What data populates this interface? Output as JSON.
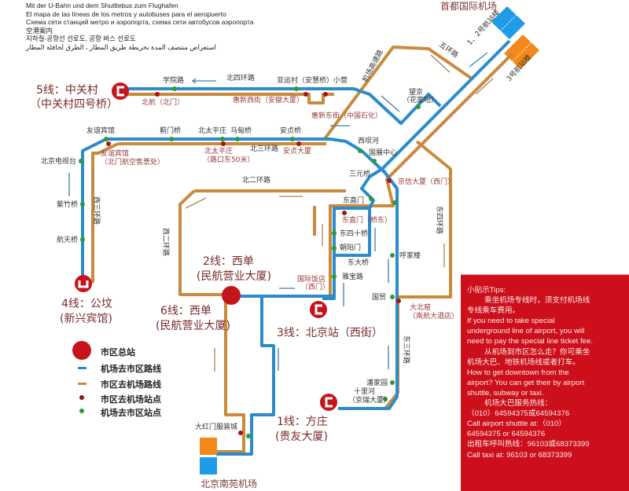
{
  "header": {
    "lines": [
      "Mit der U-Bahn und dem Shuttlebus zum Flughafen",
      "El mapa de las líneas de los metros y autobuses para el aeropuerto",
      "Схема сети станций метро и аэропорта, схема сети автобусов аэропорта",
      "空港案内",
      "지하철-공항선 선로도, 공항 버스 선로도",
      "استعراض منتصف المدة بخريطة طريق المطار ، الطرق لحافلة المطار"
    ]
  },
  "airports": {
    "capital": "首都国际机场",
    "t12": "1、2号航站楼",
    "t3": "3号航站楼",
    "nanyuan": "北京南苑机场"
  },
  "hubs": [
    {
      "line": "5线：中关村",
      "sub": "（中关村四号桥）"
    },
    {
      "line": "4线：公坟",
      "sub": "(新兴宾馆)"
    },
    {
      "line": "2线：西单",
      "sub": "(民航营业大厦)"
    },
    {
      "line": "6线：西单",
      "sub": "(民航营业大厦)"
    },
    {
      "line": "3线：北京站（西街）",
      "sub": ""
    },
    {
      "line": "1线：方庄",
      "sub": "(贵友大厦)"
    }
  ],
  "roads": {
    "n4": "北四环路",
    "n3": "北三环路",
    "n2": "北二环路",
    "w2": "西二环路",
    "w3": "西三环路",
    "e4": "东四环路",
    "e3": "东三环路",
    "r5": "五环路",
    "exp": "机场高速路"
  },
  "green_stations": [
    "学院路",
    "亚运村（安慧桥）小营",
    "友谊宾馆",
    "蓟门桥",
    "北太平庄",
    "马甸桥",
    "安贞桥",
    "北京电视台",
    "紫竹桥",
    "航天桥",
    "望京",
    "（花家地）",
    "西坝河",
    "国展中心",
    "三元桥",
    "东直门",
    "东四十桥",
    "朝阳门",
    "东大桥",
    "雅宝路",
    "呼家楼",
    "国贸",
    "潘家园",
    "十里河",
    "（京瑞大厦）",
    "大红门服装城"
  ],
  "red_stations": [
    "北航（北门）",
    "惠新西街（安徽大厦）",
    "惠新东街（中国石化）",
    "友谊宾馆",
    "（北门航空售票处）",
    "北太平庄",
    "（路口东50米）",
    "安贞大厦",
    "京信大厦（西门）",
    "东直门（桥东）",
    "国际饭店",
    "（西门）",
    "大北窑",
    "（南航大酒店）"
  ],
  "legend": [
    "市区总站",
    "机场去市区路线",
    "市区去机场路线",
    "市区去机场站点",
    "机场去市区站点"
  ],
  "colors": {
    "airport_to_city": "#2c8bc9",
    "city_to_airport": "#c98a3e",
    "tips_bg": "#cc0f1a",
    "green_stop": "#2a9a3a",
    "red_stop": "#b01010"
  },
  "tips": [
    "小贴示Tips:",
    "乘坐机场专线时，须支付机场线",
    "专线乘车费用。",
    "If you need to take special",
    "underground line of airport, you will",
    "need to pay the special line ticket fee.",
    "从机场到市区怎么走？你可乘坐",
    "机场大巴、地铁机场线或者打车。",
    "How to get downtown from the",
    "airport? You can get their by airport",
    "shuttle, subway or taxi.",
    "机场大巴服务热线：",
    "（010）64594375或64594376",
    "Call airport shuttle at:（010）",
    "64594375 or 64594376",
    "出租车呼叫热线：96103或68373399",
    "Call taxi at: 96103 or 68373399"
  ]
}
